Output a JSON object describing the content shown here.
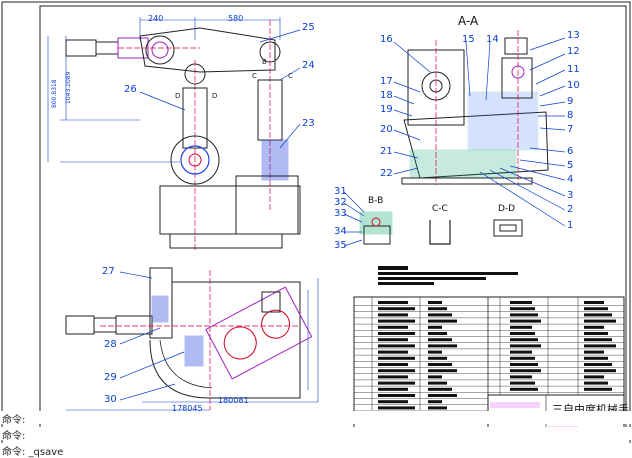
{
  "drawing": {
    "title_block_name": "三自由度机械手",
    "section_labels": {
      "aa": "A-A",
      "bb": "B-B",
      "cc": "C-C",
      "dd": "D-D"
    },
    "dimensions": {
      "top_left": "240",
      "top_right": "580",
      "lower_left": "178045",
      "lower_right": "180081"
    },
    "callouts_left": [
      "25",
      "24",
      "26",
      "23",
      "27",
      "28",
      "29",
      "30"
    ],
    "callouts_right": [
      "16",
      "15",
      "14",
      "13",
      "12",
      "11",
      "10",
      "9",
      "8",
      "7",
      "6",
      "5",
      "4",
      "3",
      "2",
      "1",
      "17",
      "18",
      "19",
      "20",
      "21",
      "22",
      "31",
      "32",
      "33",
      "34",
      "35"
    ]
  },
  "command_line": {
    "lines": [
      "命令:",
      "命令:",
      "命令: _qsave"
    ]
  },
  "colors": {
    "outline": "#1a1a1a",
    "dimension": "#0a3fd0",
    "center": "#e0003a",
    "hatch": "#00a86b",
    "purple": "#a020c0",
    "red": "#d00020"
  }
}
